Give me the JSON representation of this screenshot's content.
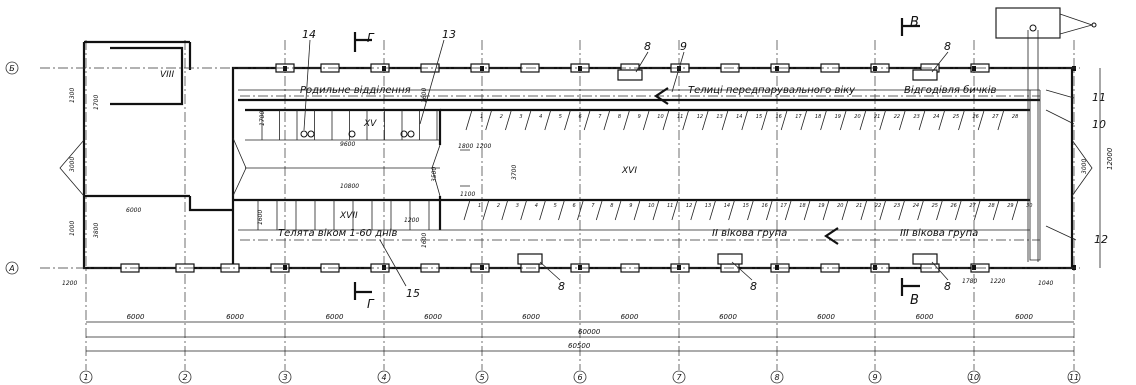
{
  "rooms": {
    "maternity": "Родильне відділення",
    "heifers": "Телиці передпарувального віку",
    "dispensary": "Відгодівля бичків",
    "calves": "Телята віком 1-60 днів",
    "group2": "II вікова група",
    "group3": "III вікова група"
  },
  "roman": {
    "viii": "VIII",
    "xv": "XV",
    "xvi": "XVI",
    "xvii": "XVII"
  },
  "callouts": {
    "c8": "8",
    "c9": "9",
    "c10": "10",
    "c11": "11",
    "c12": "12",
    "c13": "13",
    "c14": "14",
    "c15": "15"
  },
  "sections": {
    "g": "Г",
    "v": "В"
  },
  "axes": {
    "rows": [
      "А",
      "Б"
    ],
    "cols": [
      "1",
      "2",
      "3",
      "4",
      "5",
      "6",
      "7",
      "8",
      "9",
      "10",
      "11"
    ]
  },
  "dimensions": {
    "bay": "6000",
    "total_inner": "60000",
    "total_outer": "60500",
    "width_total": "12000",
    "d1200": "1200",
    "d1300": "1300",
    "d1700": "1700",
    "d3000": "3000",
    "d3800": "3800",
    "d6000": "6000",
    "d9600": "9600",
    "d10800": "10800",
    "d1600": "1600",
    "d1600b": "1600",
    "d1800": "1800",
    "d3500": "3500",
    "d3700": "3700",
    "d1100": "1100",
    "d3000b": "3000",
    "d1780": "1780",
    "d1220": "1220",
    "d1040": "1040",
    "d1000": "1000",
    "d1200b": "1200",
    "d1200c": "1200"
  },
  "stalls": {
    "top_right": [
      "1",
      "2",
      "3",
      "4",
      "5",
      "6",
      "7",
      "8",
      "9",
      "10",
      "11",
      "12",
      "13",
      "14",
      "15",
      "16",
      "17",
      "18",
      "19",
      "20",
      "21",
      "22",
      "23",
      "24",
      "25",
      "26",
      "27",
      "28"
    ],
    "bottom_right": [
      "1",
      "2",
      "3",
      "4",
      "5",
      "6",
      "7",
      "8",
      "9",
      "10",
      "11",
      "12",
      "13",
      "14",
      "15",
      "16",
      "17",
      "18",
      "19",
      "20",
      "21",
      "22",
      "23",
      "24",
      "25",
      "26",
      "27",
      "28",
      "29",
      "30"
    ]
  }
}
